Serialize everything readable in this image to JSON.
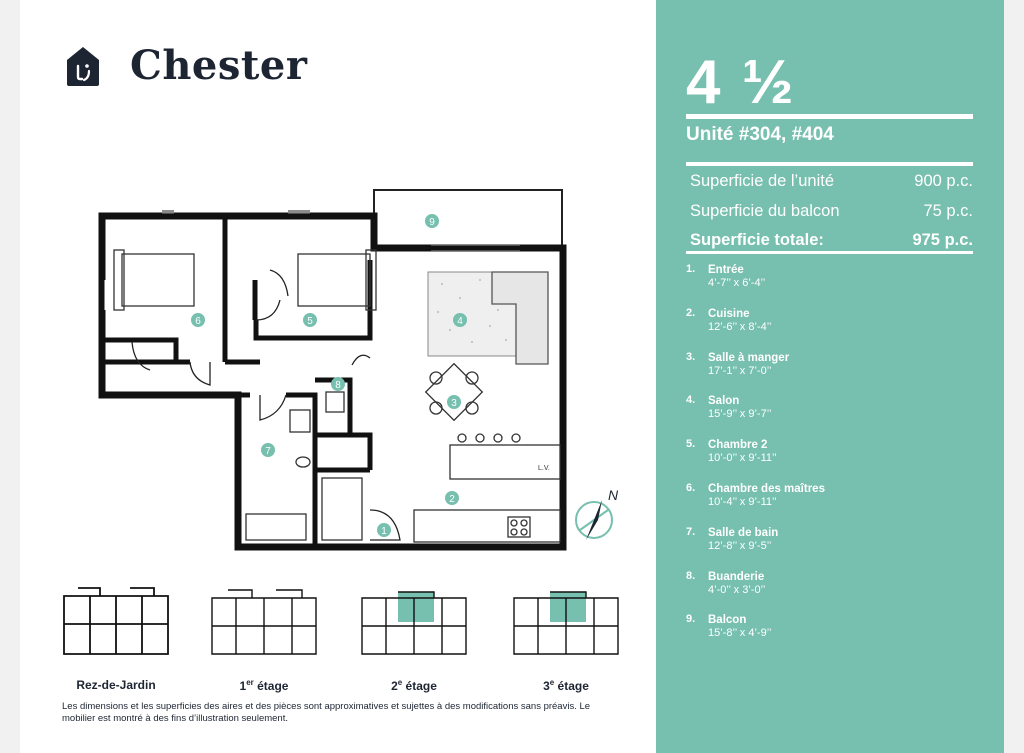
{
  "brand": {
    "name": "Chester"
  },
  "unit": {
    "size_main": "4",
    "size_fraction": "½",
    "numbers": "Unité #304, #404"
  },
  "areas": [
    {
      "label": "Superficie de l’unité",
      "value": "900 p.c."
    },
    {
      "label": "Superficie du balcon",
      "value": "75 p.c."
    },
    {
      "label": "Superficie totale:",
      "value": "975 p.c."
    }
  ],
  "rooms": [
    {
      "num": "1.",
      "name": "Entrée",
      "dim": "4’-7’’ x 6’-4’’"
    },
    {
      "num": "2.",
      "name": "Cuisine",
      "dim": "12’-6’’ x 8’-4’’"
    },
    {
      "num": "3.",
      "name": "Salle à manger",
      "dim": "17’-1’’ x  7’-0’’"
    },
    {
      "num": "4.",
      "name": "Salon",
      "dim": "15’-9’’ x 9’-7’’"
    },
    {
      "num": "5.",
      "name": "Chambre 2",
      "dim": "10’-0’’  x 9’-11’’"
    },
    {
      "num": "6.",
      "name": "Chambre des maîtres",
      "dim": "10’-4’’ x 9’-11’’"
    },
    {
      "num": "7.",
      "name": "Salle de bain",
      "dim": "12’-8’’ x 9’-5’’"
    },
    {
      "num": "8.",
      "name": "Buanderie",
      "dim": "4’-0’’ x 3’-0’’"
    },
    {
      "num": "9.",
      "name": "Balcon",
      "dim": "15’-8’’ x 4’-9’’"
    }
  ],
  "plan": {
    "markers": [
      "1",
      "2",
      "3",
      "4",
      "5",
      "6",
      "7",
      "8",
      "9"
    ],
    "lv_label": "L.V.",
    "compass_letter": "N"
  },
  "floors": [
    {
      "label_main": "Rez-de-Jardin",
      "label_sup": "",
      "label_rest": ""
    },
    {
      "label_main": "1",
      "label_sup": "er",
      "label_rest": " étage"
    },
    {
      "label_main": "2",
      "label_sup": "e",
      "label_rest": " étage"
    },
    {
      "label_main": "3",
      "label_sup": "e",
      "label_rest": " étage"
    }
  ],
  "disclaimer": "Les dimensions et les superficies des aires et des pièces sont approximatives et sujettes à des modifications sans préavis. Le mobilier est montré à des fins d’illustration seulement.",
  "colors": {
    "accent": "#77bfae",
    "ink": "#1d2533",
    "wall": "#111111"
  }
}
